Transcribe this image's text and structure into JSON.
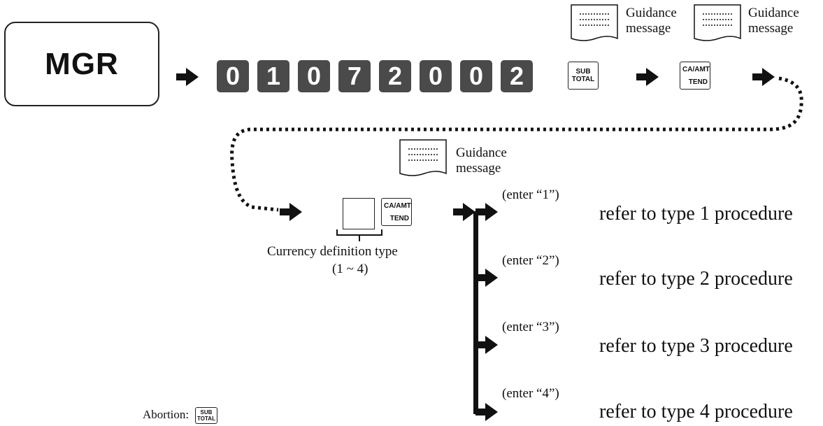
{
  "mgr_label": "MGR",
  "code_keys": [
    "0",
    "1",
    "0",
    "7",
    "2",
    "0",
    "0",
    "2"
  ],
  "keys": {
    "subtotal": [
      "SUB",
      "TOTAL"
    ],
    "ca_amt_tend": [
      "CA",
      "AMT",
      "TEND"
    ]
  },
  "guidance": [
    "Guidance",
    "message"
  ],
  "input_caption": [
    "Currency definition type",
    "(1 ~ 4)"
  ],
  "branches": [
    {
      "enter": "(enter “1”)",
      "refer": "refer to type 1 procedure"
    },
    {
      "enter": "(enter “2”)",
      "refer": "refer to type 2 procedure"
    },
    {
      "enter": "(enter “3”)",
      "refer": "refer to type 3 procedure"
    },
    {
      "enter": "(enter “4”)",
      "refer": "refer to type 4 procedure"
    }
  ],
  "abortion_label": "Abortion:"
}
